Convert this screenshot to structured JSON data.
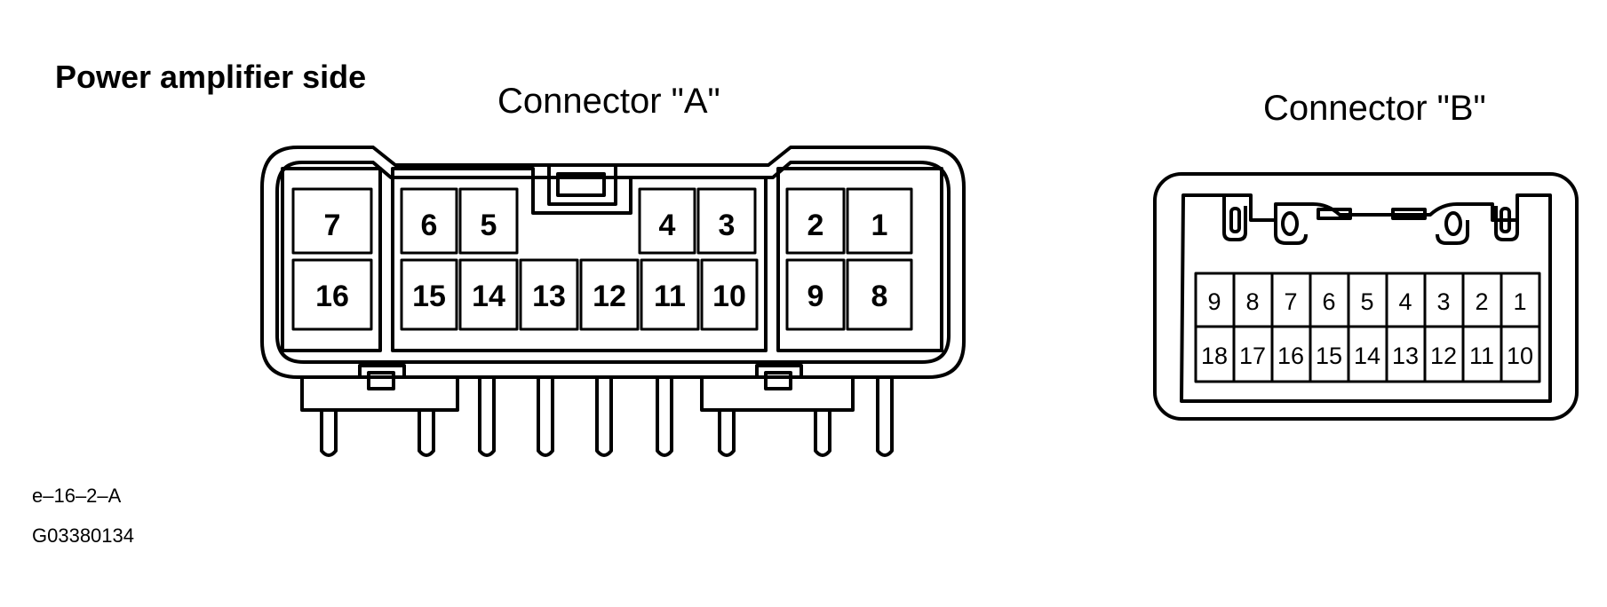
{
  "labels": {
    "side_title": "Power amplifier side",
    "connector_a": "Connector \"A\"",
    "connector_b": "Connector \"B\"",
    "code_1": "e–16–2–A",
    "code_2": "G03380134"
  },
  "connector_a": {
    "top_row": [
      "7",
      "6",
      "5",
      "4",
      "3",
      "2",
      "1"
    ],
    "bottom_row": [
      "16",
      "15",
      "14",
      "13",
      "12",
      "11",
      "10",
      "9",
      "8"
    ]
  },
  "connector_b": {
    "top_row": [
      "9",
      "8",
      "7",
      "6",
      "5",
      "4",
      "3",
      "2",
      "1"
    ],
    "bottom_row": [
      "18",
      "17",
      "16",
      "15",
      "14",
      "13",
      "12",
      "11",
      "10"
    ]
  }
}
